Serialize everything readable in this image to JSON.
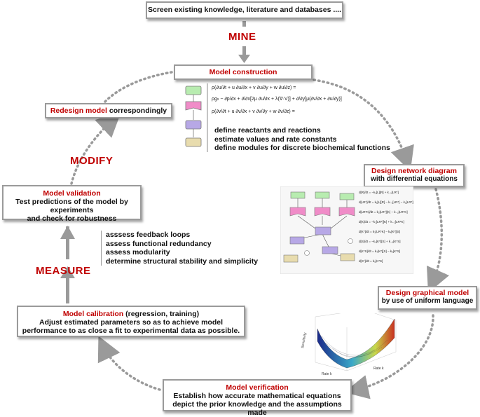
{
  "top_box": {
    "text": "Screen existing knowledge, literature and databases ...."
  },
  "stages": {
    "mine": "MINE",
    "modify": "MODIFY",
    "measure": "MEASURE"
  },
  "model_construction": {
    "title": "Model construction",
    "bullets": [
      "define reactants and reactions",
      "estimate values and rate constants",
      "define modules for discrete biochemical functions"
    ]
  },
  "design_network": {
    "title": "Design network diagram",
    "subtitle": "with differential equations"
  },
  "design_graphical": {
    "title": "Design graphical model",
    "subtitle": "by use of uniform language"
  },
  "model_verification": {
    "title": "Model verification",
    "line1": "Establish how accurate mathematical equations",
    "line2": "depict the prior knowledge and the assumptions made"
  },
  "model_calibration": {
    "title": "Model calibration",
    "title_suffix": " (regression, training)",
    "line1": "Adjust estimated parameters so as to achieve model",
    "line2": "performance to as close a fit to experimental data as possible."
  },
  "model_validation": {
    "title": "Model validation",
    "line1": "Test predictions of the model by experiments",
    "line2_prefix": "and check for ",
    "line2_bold": "robustness",
    "bullets": [
      "asssess feedback loops",
      "assess functional redundancy",
      "assess modularity",
      "determine structural stability and simplicity"
    ]
  },
  "redesign": {
    "title": "Redesign model",
    "suffix": " correspondingly"
  },
  "surface_plot": {
    "zlabel": "Sensitivity",
    "xlabel": "Rate k",
    "ylabel": "Rate k"
  },
  "colors": {
    "accent_red": "#c00000",
    "box_border": "#9a9a9a",
    "arrow_gray": "#9a9a9a"
  }
}
